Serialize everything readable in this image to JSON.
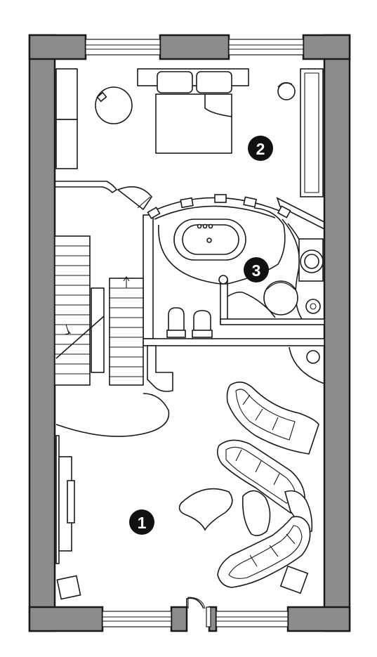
{
  "rooms": [
    {
      "number": "1"
    },
    {
      "number": "2"
    },
    {
      "number": "3"
    }
  ]
}
